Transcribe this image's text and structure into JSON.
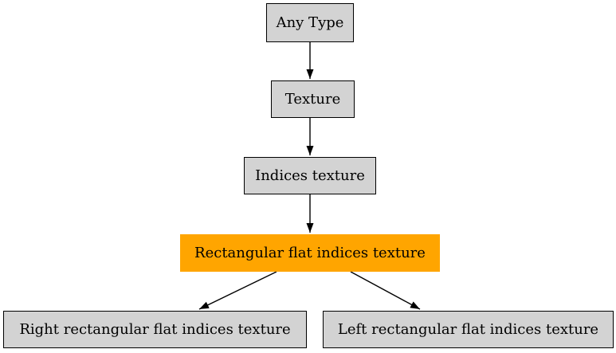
{
  "theme": {
    "page_bg": "#ffffff",
    "node_fill": "#d3d3d3",
    "node_border": "#000000",
    "highlight_fill": "#ffa500",
    "edge_color": "#000000",
    "text_color": "#000000"
  },
  "diagram": {
    "type": "directed-graph",
    "direction": "top-down",
    "nodes": [
      {
        "id": "any-type",
        "label": "Any Type",
        "highlighted": false
      },
      {
        "id": "texture",
        "label": "Texture",
        "highlighted": false
      },
      {
        "id": "indices-texture",
        "label": "Indices texture",
        "highlighted": false
      },
      {
        "id": "rectangular-flat-indices-texture",
        "label": "Rectangular flat indices texture",
        "highlighted": true
      },
      {
        "id": "right-rectangular-flat-indices-texture",
        "label": "Right rectangular flat indices texture",
        "highlighted": false
      },
      {
        "id": "left-rectangular-flat-indices-texture",
        "label": "Left rectangular flat indices texture",
        "highlighted": false
      }
    ],
    "edges": [
      {
        "from": "Any Type",
        "to": "Texture"
      },
      {
        "from": "Texture",
        "to": "Indices texture"
      },
      {
        "from": "Indices texture",
        "to": "Rectangular flat indices texture"
      },
      {
        "from": "Rectangular flat indices texture",
        "to": "Right rectangular flat indices texture"
      },
      {
        "from": "Rectangular flat indices texture",
        "to": "Left rectangular flat indices texture"
      }
    ]
  }
}
